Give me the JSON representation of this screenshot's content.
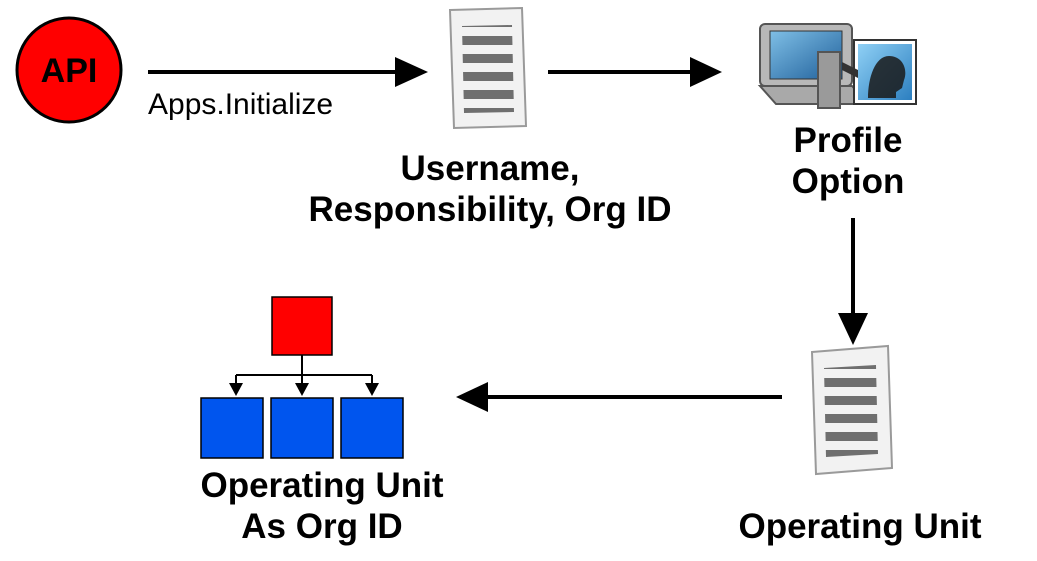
{
  "api": {
    "label": "API",
    "fill": "#ff0000"
  },
  "edges": {
    "init_label": "Apps.Initialize"
  },
  "nodes": {
    "context_doc": {
      "line1": "Username,",
      "line2": "Responsibility, Org ID"
    },
    "profile_option": {
      "line1": "Profile",
      "line2": "Option"
    },
    "operating_unit_doc": {
      "label": "Operating Unit"
    },
    "org_hierarchy": {
      "line1": "Operating Unit",
      "line2": "As Org ID"
    }
  },
  "colors": {
    "parent_box": "#ff0000",
    "child_box": "#0055ee",
    "arrow": "#000000",
    "document": "#888888"
  }
}
